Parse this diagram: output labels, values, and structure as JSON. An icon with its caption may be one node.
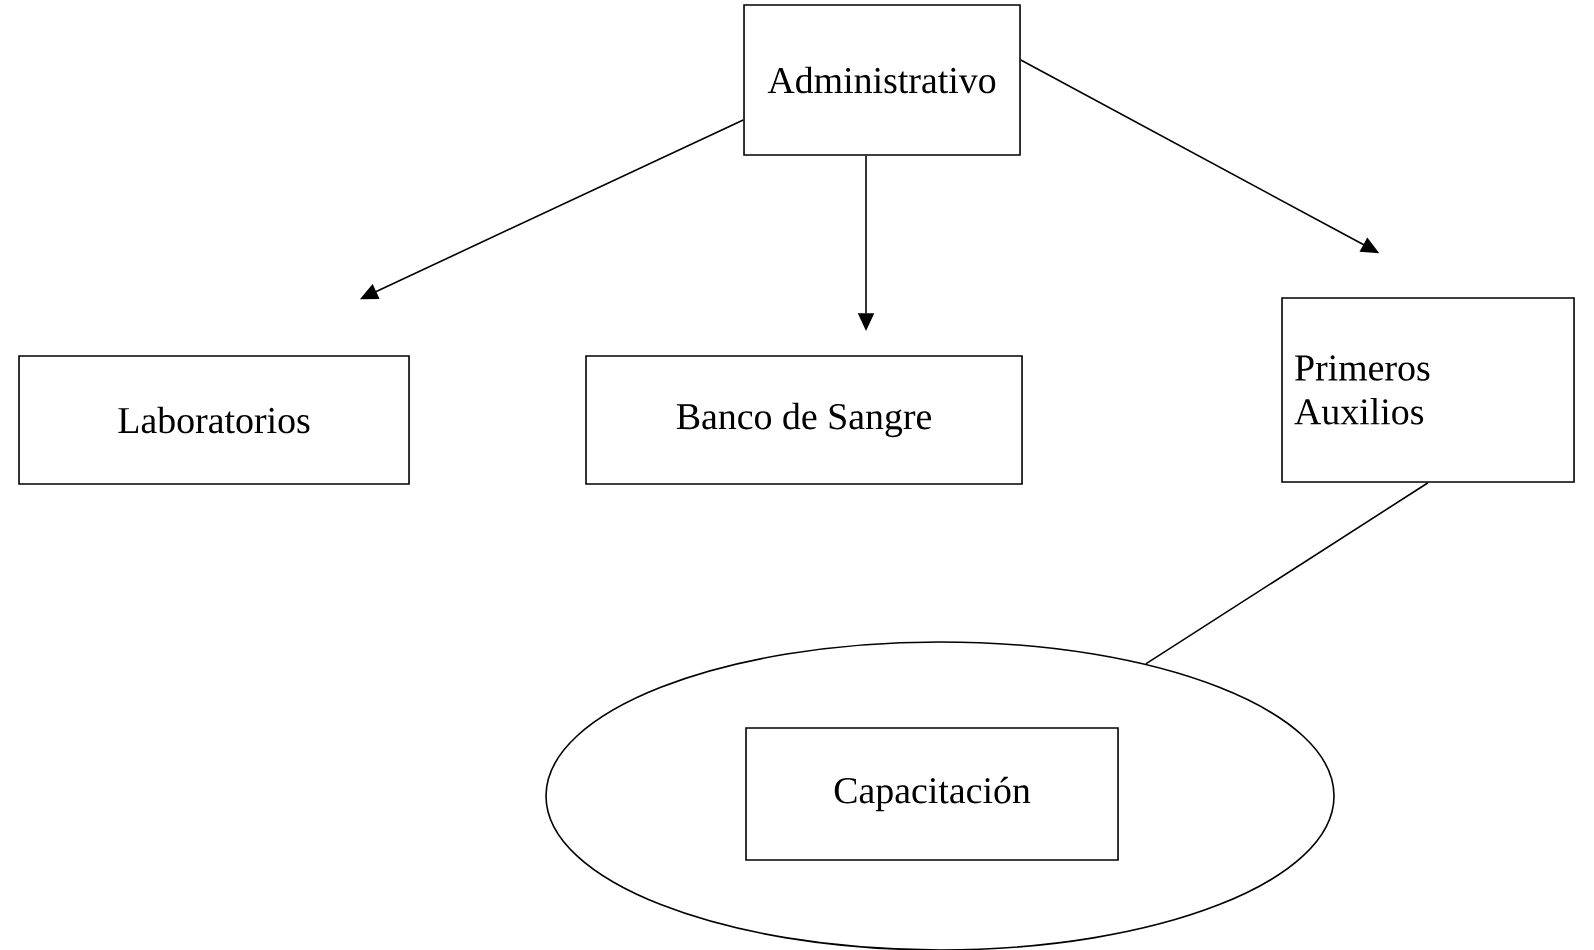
{
  "diagram": {
    "nodes": [
      {
        "text": [
          "Administrativo"
        ]
      },
      {
        "text": [
          "Laboratorios"
        ]
      },
      {
        "text": [
          "Banco de Sangre"
        ]
      },
      {
        "text": [
          "Primeros Auxilios"
        ]
      },
      {
        "text": [],
        "shape": "ellipse"
      },
      {
        "text": [
          "Capacitación"
        ],
        "in": 4
      }
    ],
    "edges": [
      {
        "from": 0,
        "to": 1,
        "arrow": "to"
      },
      {
        "from": 0,
        "to": 2,
        "arrow": "to"
      },
      {
        "from": 0,
        "to": 3,
        "arrow": "to"
      },
      {
        "from": 3,
        "to": 4,
        "arrow": "none"
      }
    ]
  }
}
